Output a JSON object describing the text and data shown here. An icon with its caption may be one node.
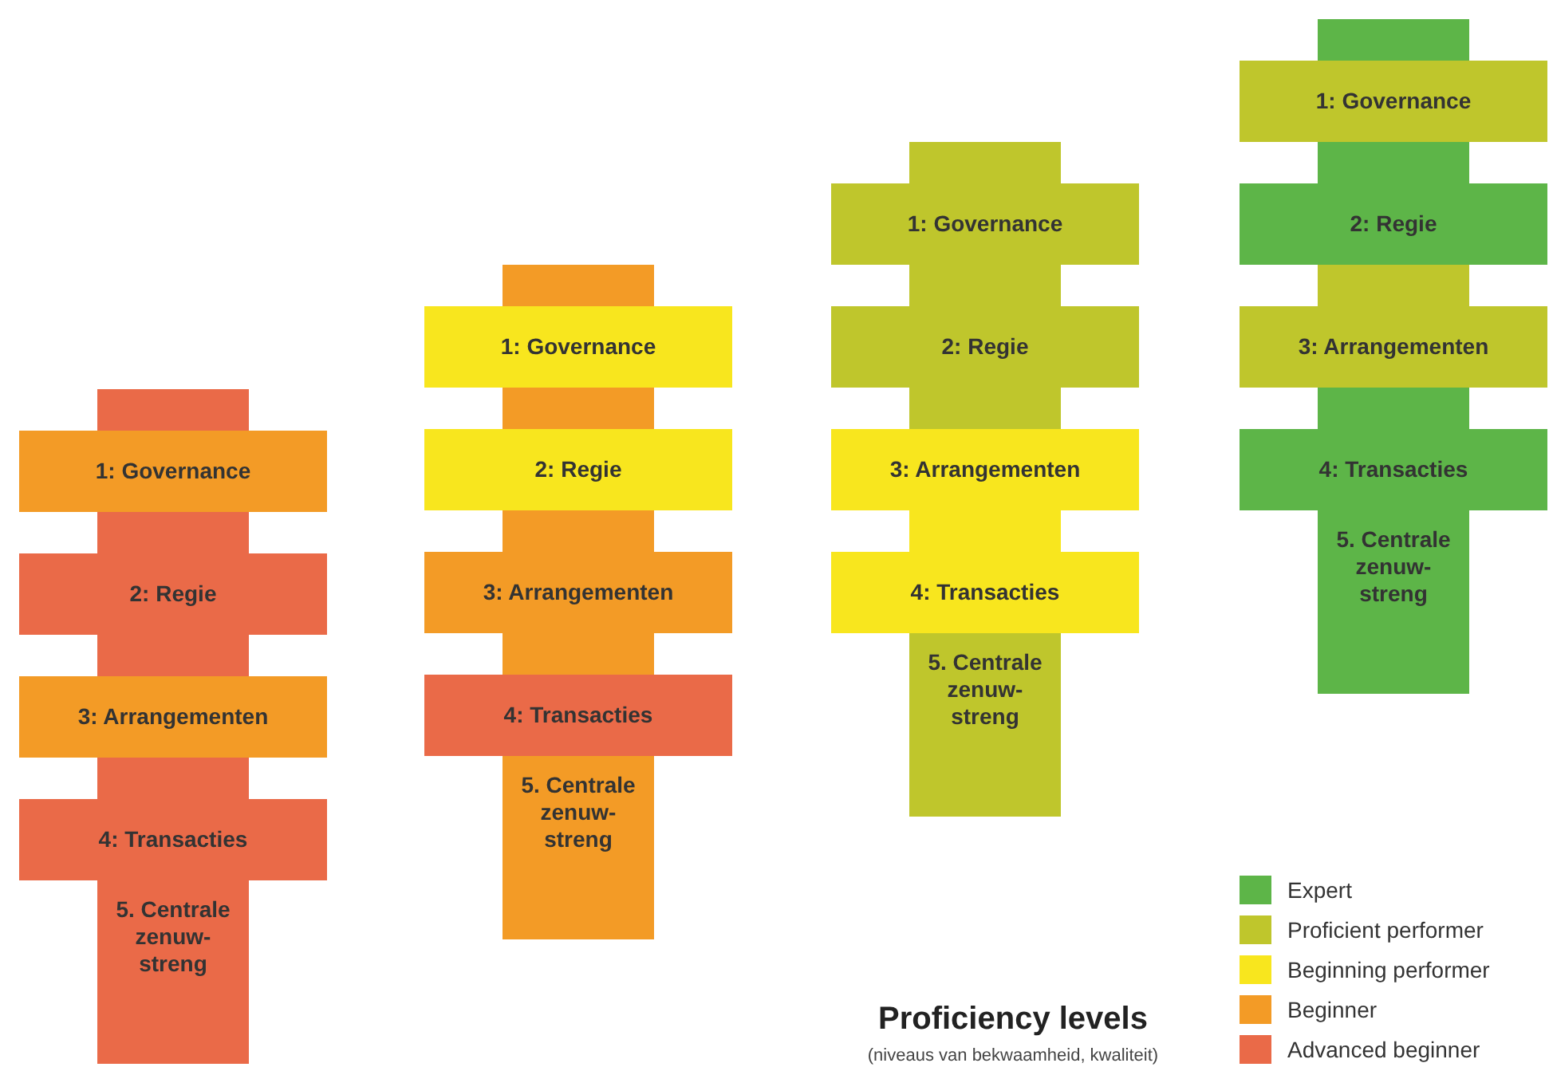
{
  "diagram": {
    "title": "Proficiency levels",
    "caption": "(niveaus van bekwaamheid, kwaliteit)",
    "nodes": [
      {
        "text": [],
        "shape": "bar"
      },
      {
        "text": [
          "1: Governance"
        ]
      },
      {
        "text": [],
        "shape": "bar"
      },
      {
        "text": [
          "2: Regie"
        ]
      },
      {
        "text": [],
        "shape": "bar"
      },
      {
        "text": [
          "3: Arrangementen"
        ]
      },
      {
        "text": [],
        "shape": "bar"
      },
      {
        "text": [
          "4: Transacties"
        ]
      },
      {
        "text": [
          "5. Centrale zenuw-streng"
        ]
      },
      {
        "text": [],
        "shape": "bar"
      },
      {
        "text": [
          "1: Governance"
        ]
      },
      {
        "text": [],
        "shape": "bar"
      },
      {
        "text": [
          "2: Regie"
        ]
      },
      {
        "text": [],
        "shape": "bar"
      },
      {
        "text": [
          "3: Arrangementen"
        ]
      },
      {
        "text": [],
        "shape": "bar"
      },
      {
        "text": [
          "4: Transacties"
        ]
      },
      {
        "text": [
          "5. Centrale zenuw-streng"
        ]
      },
      {
        "text": [],
        "shape": "bar"
      },
      {
        "text": [
          "1: Governance"
        ]
      },
      {
        "text": [],
        "shape": "bar"
      },
      {
        "text": [
          "2: Regie"
        ]
      },
      {
        "text": [],
        "shape": "bar"
      },
      {
        "text": [
          "3: Arrangementen"
        ]
      },
      {
        "text": [],
        "shape": "bar"
      },
      {
        "text": [
          "4: Transacties"
        ]
      },
      {
        "text": [
          "5. Centrale zenuw-streng"
        ]
      },
      {
        "text": [],
        "shape": "bar"
      },
      {
        "text": [
          "1: Governance"
        ]
      },
      {
        "text": [],
        "shape": "bar"
      },
      {
        "text": [
          "2: Regie"
        ]
      },
      {
        "text": [],
        "shape": "bar"
      },
      {
        "text": [
          "3: Arrangementen"
        ]
      },
      {
        "text": [],
        "shape": "bar"
      },
      {
        "text": [
          "4: Transacties"
        ]
      },
      {
        "text": [
          "5. Centrale zenuw-streng"
        ]
      }
    ],
    "legend": [
      {
        "text": "Expert",
        "color": "#5db548"
      },
      {
        "text": "Proficient performer",
        "color": "#bfc62c"
      },
      {
        "text": "Beginning performer",
        "color": "#f8e61e"
      },
      {
        "text": "Beginner",
        "color": "#f39b26"
      },
      {
        "text": "Advanced beginner",
        "color": "#ea6a48"
      }
    ]
  }
}
